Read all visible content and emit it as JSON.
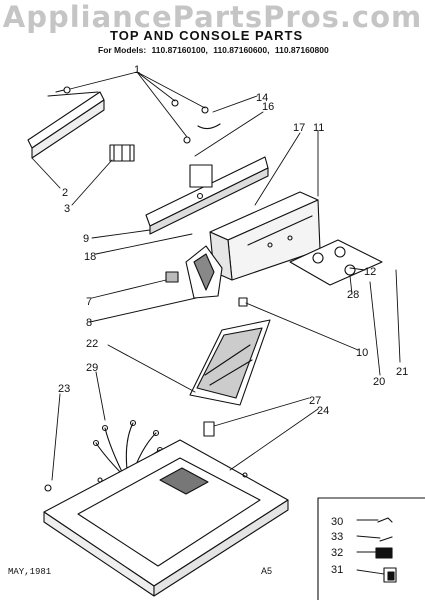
{
  "watermark": "AppliancePartsPros.com",
  "title": "TOP AND CONSOLE PARTS",
  "models": {
    "prefix": "For Models:",
    "list": [
      "110.87160100,",
      "110.87160600,",
      "110.87160800"
    ]
  },
  "callouts": [
    "1",
    "2",
    "3",
    "7",
    "8",
    "9",
    "10",
    "11",
    "12",
    "14",
    "16",
    "17",
    "18",
    "20",
    "21",
    "22",
    "23",
    "24",
    "27",
    "28",
    "29",
    "30",
    "31",
    "32",
    "33"
  ],
  "footer": {
    "date": "MAY,1981",
    "code": "A5"
  }
}
